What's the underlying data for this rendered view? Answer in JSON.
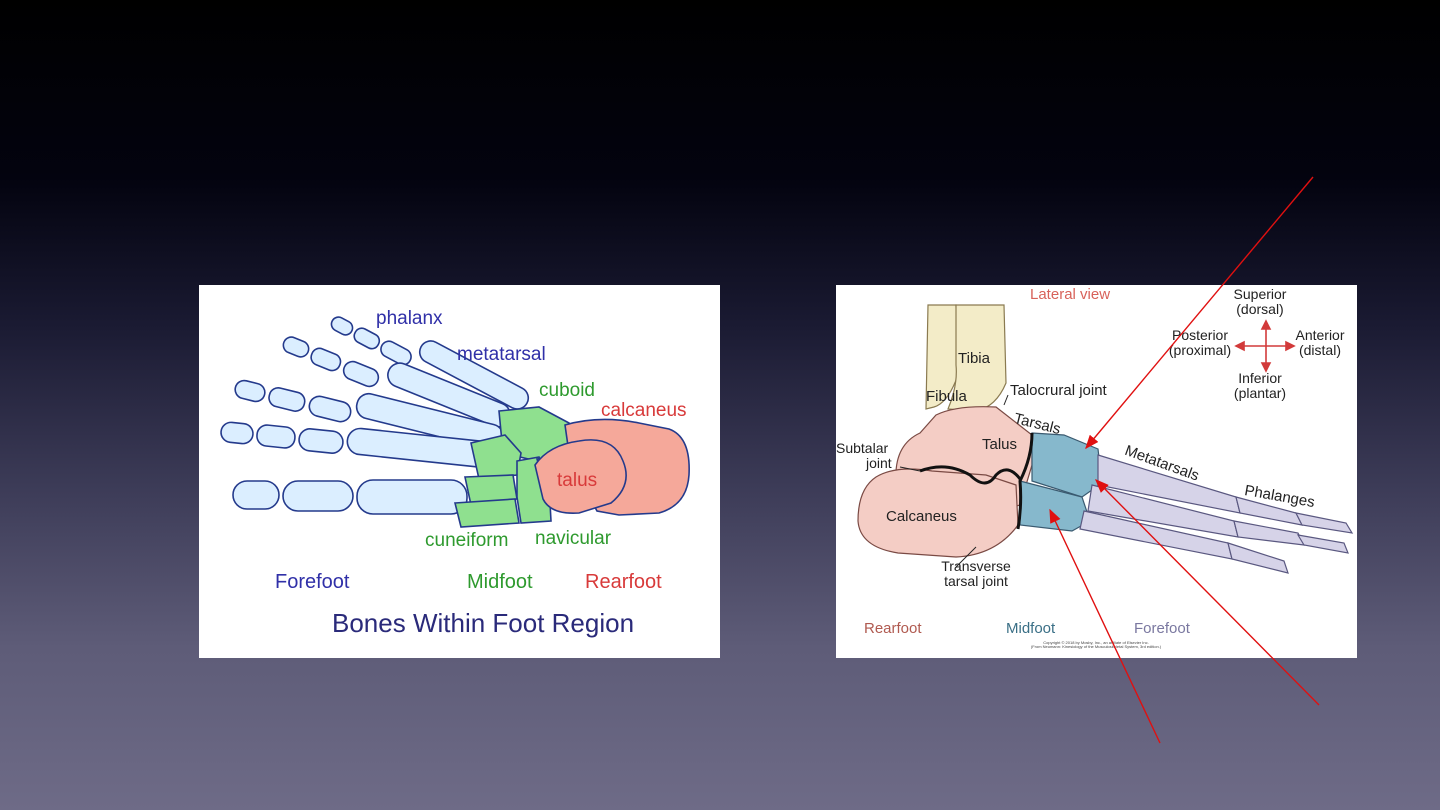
{
  "left_figure": {
    "labels": {
      "phalanx": "phalanx",
      "metatarsal": "metatarsal",
      "cuboid": "cuboid",
      "calcaneus": "calcaneus",
      "talus": "talus",
      "cuneiform": "cuneiform",
      "navicular": "navicular"
    },
    "regions": {
      "forefoot": "Forefoot",
      "midfoot": "Midfoot",
      "rearfoot": "Rearfoot"
    },
    "caption": "Bones Within Foot Region",
    "colors": {
      "forefoot": "#dbeeff",
      "midfoot": "#8fe08f",
      "rearfoot": "#f5a89a",
      "outline": "#243a8c"
    }
  },
  "right_figure": {
    "view_title": "Lateral view",
    "bones": {
      "tibia": "Tibia",
      "fibula": "Fibula",
      "talus": "Talus",
      "calcaneus": "Calcaneus",
      "tarsals": "Tarsals",
      "metatarsals": "Metatarsals",
      "phalanges": "Phalanges"
    },
    "joints": {
      "talocrural": "Talocrural joint",
      "subtalar_1": "Subtalar",
      "subtalar_2": "joint",
      "transverse_1": "Transverse",
      "transverse_2": "tarsal joint"
    },
    "compass": {
      "superior_1": "Superior",
      "superior_2": "(dorsal)",
      "posterior_1": "Posterior",
      "posterior_2": "(proximal)",
      "anterior_1": "Anterior",
      "anterior_2": "(distal)",
      "inferior_1": "Inferior",
      "inferior_2": "(plantar)"
    },
    "regions": {
      "rearfoot": "Rearfoot",
      "midfoot": "Midfoot",
      "forefoot": "Forefoot"
    },
    "copyright_1": "Copyright © 2018 by Mosby, Inc., an affiliate of Elsevier Inc.",
    "copyright_2": "(From Neumann: Kinesiology of the Musculoskeletal System, 3rd edition.)",
    "colors": {
      "leg": "#f3ecc8",
      "rearfoot": "#f4cdc5",
      "midfoot": "#86b8cc",
      "forefoot": "#d6d3e8"
    }
  },
  "annotation_color": "#e01010"
}
